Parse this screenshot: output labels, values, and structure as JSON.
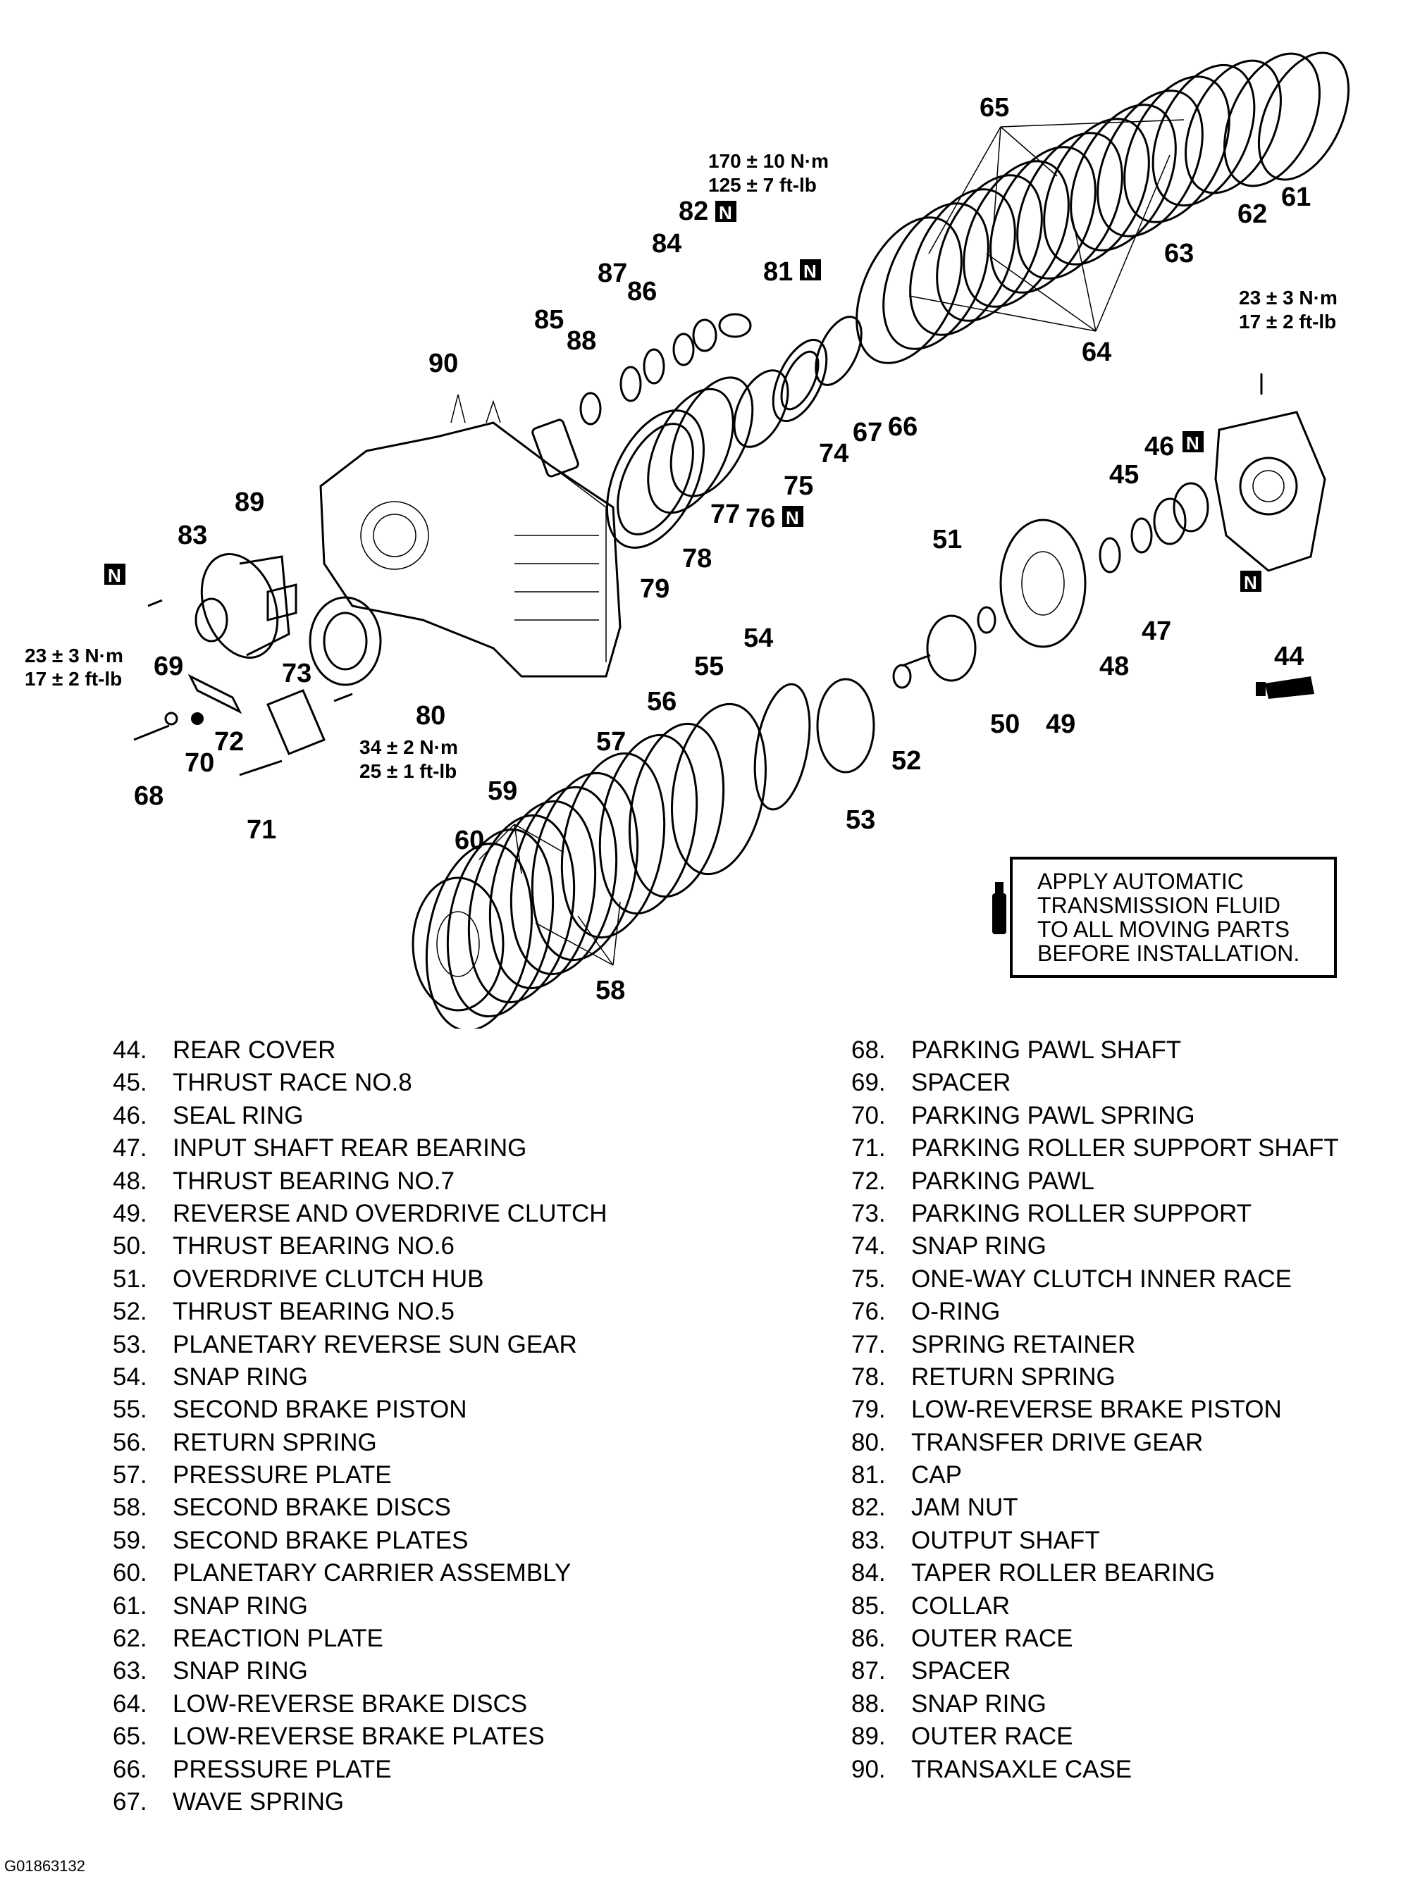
{
  "diagram": {
    "callouts": {
      "c44": "44",
      "c45": "45",
      "c46": "46",
      "c47": "47",
      "c48": "48",
      "c49": "49",
      "c50": "50",
      "c51": "51",
      "c52": "52",
      "c53": "53",
      "c54": "54",
      "c55": "55",
      "c56": "56",
      "c57": "57",
      "c58": "58",
      "c59": "59",
      "c60": "60",
      "c61": "61",
      "c62": "62",
      "c63": "63",
      "c64": "64",
      "c65": "65",
      "c66": "66",
      "c67": "67",
      "c68": "68",
      "c69": "69",
      "c70": "70",
      "c71": "71",
      "c72": "72",
      "c73": "73",
      "c74": "74",
      "c75": "75",
      "c76": "76",
      "c77": "77",
      "c78": "78",
      "c79": "79",
      "c80": "80",
      "c81": "81",
      "c82": "82",
      "c83": "83",
      "c84": "84",
      "c85": "85",
      "c86": "86",
      "c87": "87",
      "c88": "88",
      "c89": "89",
      "c90": "90"
    },
    "new_part_badge": "N",
    "torque": {
      "jam_nut_nm": "170 ± 10 N·m",
      "jam_nut_ftlb": "125 ± 7 ft-lb",
      "rear_cover_nm": "23 ± 3 N·m",
      "rear_cover_ftlb": "17 ± 2 ft-lb",
      "output_bolt_nm": "23 ± 3 N·m",
      "output_bolt_ftlb": "17 ± 2 ft-lb",
      "parking_bolt_nm": "34 ± 2 N·m",
      "parking_bolt_ftlb": "25 ± 1 ft-lb"
    },
    "note": {
      "line1": "APPLY AUTOMATIC",
      "line2": "TRANSMISSION FLUID",
      "line3": "TO ALL MOVING PARTS",
      "line4": "BEFORE INSTALLATION."
    }
  },
  "legend": {
    "left": [
      {
        "num": "44.",
        "name": "REAR COVER"
      },
      {
        "num": "45.",
        "name": "THRUST RACE NO.8"
      },
      {
        "num": "46.",
        "name": "SEAL RING"
      },
      {
        "num": "47.",
        "name": "INPUT SHAFT REAR BEARING"
      },
      {
        "num": "48.",
        "name": "THRUST BEARING NO.7"
      },
      {
        "num": "49.",
        "name": "REVERSE AND OVERDRIVE CLUTCH"
      },
      {
        "num": "50.",
        "name": "THRUST BEARING NO.6"
      },
      {
        "num": "51.",
        "name": "OVERDRIVE CLUTCH HUB"
      },
      {
        "num": "52.",
        "name": "THRUST BEARING NO.5"
      },
      {
        "num": "53.",
        "name": "PLANETARY REVERSE SUN GEAR"
      },
      {
        "num": "54.",
        "name": "SNAP RING"
      },
      {
        "num": "55.",
        "name": "SECOND BRAKE PISTON"
      },
      {
        "num": "56.",
        "name": "RETURN SPRING"
      },
      {
        "num": "57.",
        "name": "PRESSURE PLATE"
      },
      {
        "num": "58.",
        "name": "SECOND BRAKE DISCS"
      },
      {
        "num": "59.",
        "name": "SECOND BRAKE PLATES"
      },
      {
        "num": "60.",
        "name": "PLANETARY CARRIER ASSEMBLY"
      },
      {
        "num": "61.",
        "name": "SNAP RING"
      },
      {
        "num": "62.",
        "name": "REACTION PLATE"
      },
      {
        "num": "63.",
        "name": "SNAP RING"
      },
      {
        "num": "64.",
        "name": "LOW-REVERSE BRAKE DISCS"
      },
      {
        "num": "65.",
        "name": "LOW-REVERSE BRAKE PLATES"
      },
      {
        "num": "66.",
        "name": "PRESSURE PLATE"
      },
      {
        "num": "67.",
        "name": "WAVE SPRING"
      }
    ],
    "right": [
      {
        "num": "68.",
        "name": "PARKING PAWL SHAFT"
      },
      {
        "num": "69.",
        "name": "SPACER"
      },
      {
        "num": "70.",
        "name": "PARKING PAWL SPRING"
      },
      {
        "num": "71.",
        "name": "PARKING ROLLER SUPPORT SHAFT"
      },
      {
        "num": "72.",
        "name": "PARKING PAWL"
      },
      {
        "num": "73.",
        "name": "PARKING ROLLER SUPPORT"
      },
      {
        "num": "74.",
        "name": "SNAP RING"
      },
      {
        "num": "75.",
        "name": "ONE-WAY CLUTCH INNER RACE"
      },
      {
        "num": "76.",
        "name": "O-RING"
      },
      {
        "num": "77.",
        "name": "SPRING RETAINER"
      },
      {
        "num": "78.",
        "name": "RETURN SPRING"
      },
      {
        "num": "79.",
        "name": "LOW-REVERSE BRAKE PISTON"
      },
      {
        "num": "80.",
        "name": "TRANSFER DRIVE GEAR"
      },
      {
        "num": "81.",
        "name": "CAP"
      },
      {
        "num": "82.",
        "name": "JAM NUT"
      },
      {
        "num": "83.",
        "name": "OUTPUT SHAFT"
      },
      {
        "num": "84.",
        "name": "TAPER ROLLER BEARING"
      },
      {
        "num": "85.",
        "name": "COLLAR"
      },
      {
        "num": "86.",
        "name": "OUTER RACE"
      },
      {
        "num": "87.",
        "name": "SPACER"
      },
      {
        "num": "88.",
        "name": "SNAP RING"
      },
      {
        "num": "89.",
        "name": "OUTER RACE"
      },
      {
        "num": "90.",
        "name": "TRANSAXLE CASE"
      }
    ]
  },
  "ref_code": "G01863132"
}
